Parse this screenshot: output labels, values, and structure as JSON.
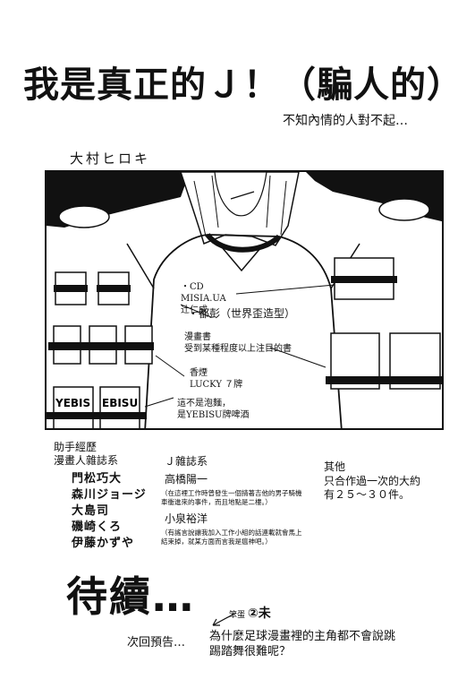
{
  "header": {
    "title": "我是真正的Ｊ！（騙人的）",
    "subtitle": "不知內情的人對不起…",
    "author": "大村ヒロキ"
  },
  "panel": {
    "labels": {
      "cd": "・CD\nMISIA.UA\n辻仁成",
      "tofu": "・都彭（世界歪造型）",
      "manga": "漫畫書\n受到某種程度以上注目的書",
      "cigarette": "香煙\nLUCKY ７牌",
      "beer": "這不是泡麵，\n是YEBISU牌啤酒"
    },
    "beer_brand_1": "YEBIS",
    "beer_brand_2": "EBISU"
  },
  "assistant": {
    "title": "助手經歷\n漫畫人雜誌系",
    "names": [
      "門松巧大",
      "森川ジョージ",
      "大島司",
      "磯崎くろ",
      "伊藤かずや"
    ]
  },
  "j_magazine": {
    "title": "Ｊ雜誌系",
    "person1": "高橋陽一",
    "note1": "（在這裡工作時曾發生一個揹著吉他的男子騎機車衝進來的事件，而且地點是二樓。）",
    "person2": "小泉裕洋",
    "note2": "（有謠言說讓我加入工作小組的話連載就會馬上結束掉，就某方面而言我是瘟神吧。）"
  },
  "other": {
    "title": "其他",
    "text": "只合作過一次的大約\n有２５～３０件。"
  },
  "footer": {
    "to_be_continued": "待續…",
    "credit_small": "笨蛋",
    "credit_name": "②未",
    "next_label": "次回預告…",
    "next_text": "為什麼足球漫畫裡的主角都不會說跳\n踢踏舞很難呢？"
  }
}
